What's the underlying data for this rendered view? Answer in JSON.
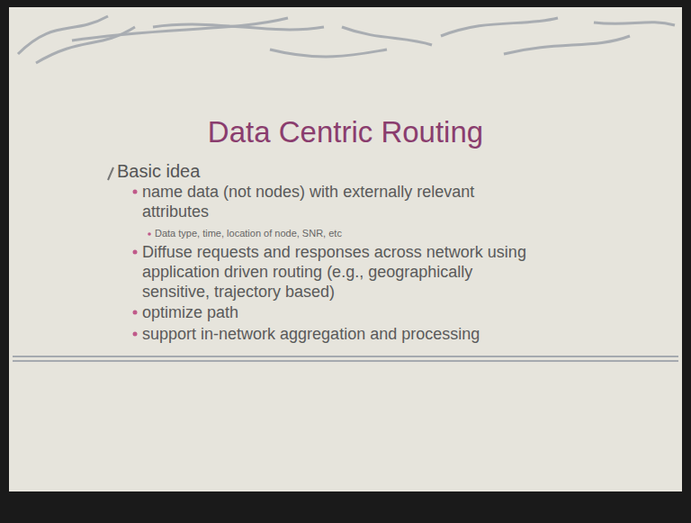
{
  "diagram": {
    "title": "Data Centric Routing",
    "labels": [
      "Basic idea",
      "name data (not nodes) with externally relevant attributes",
      "Data type, time, location of node, SNR, etc",
      "Diffuse requests and responses across network using application driven routing (e.g., geographically sensitive, trajectory based)",
      "optimize path",
      "support in-network aggregation and processing"
    ]
  }
}
